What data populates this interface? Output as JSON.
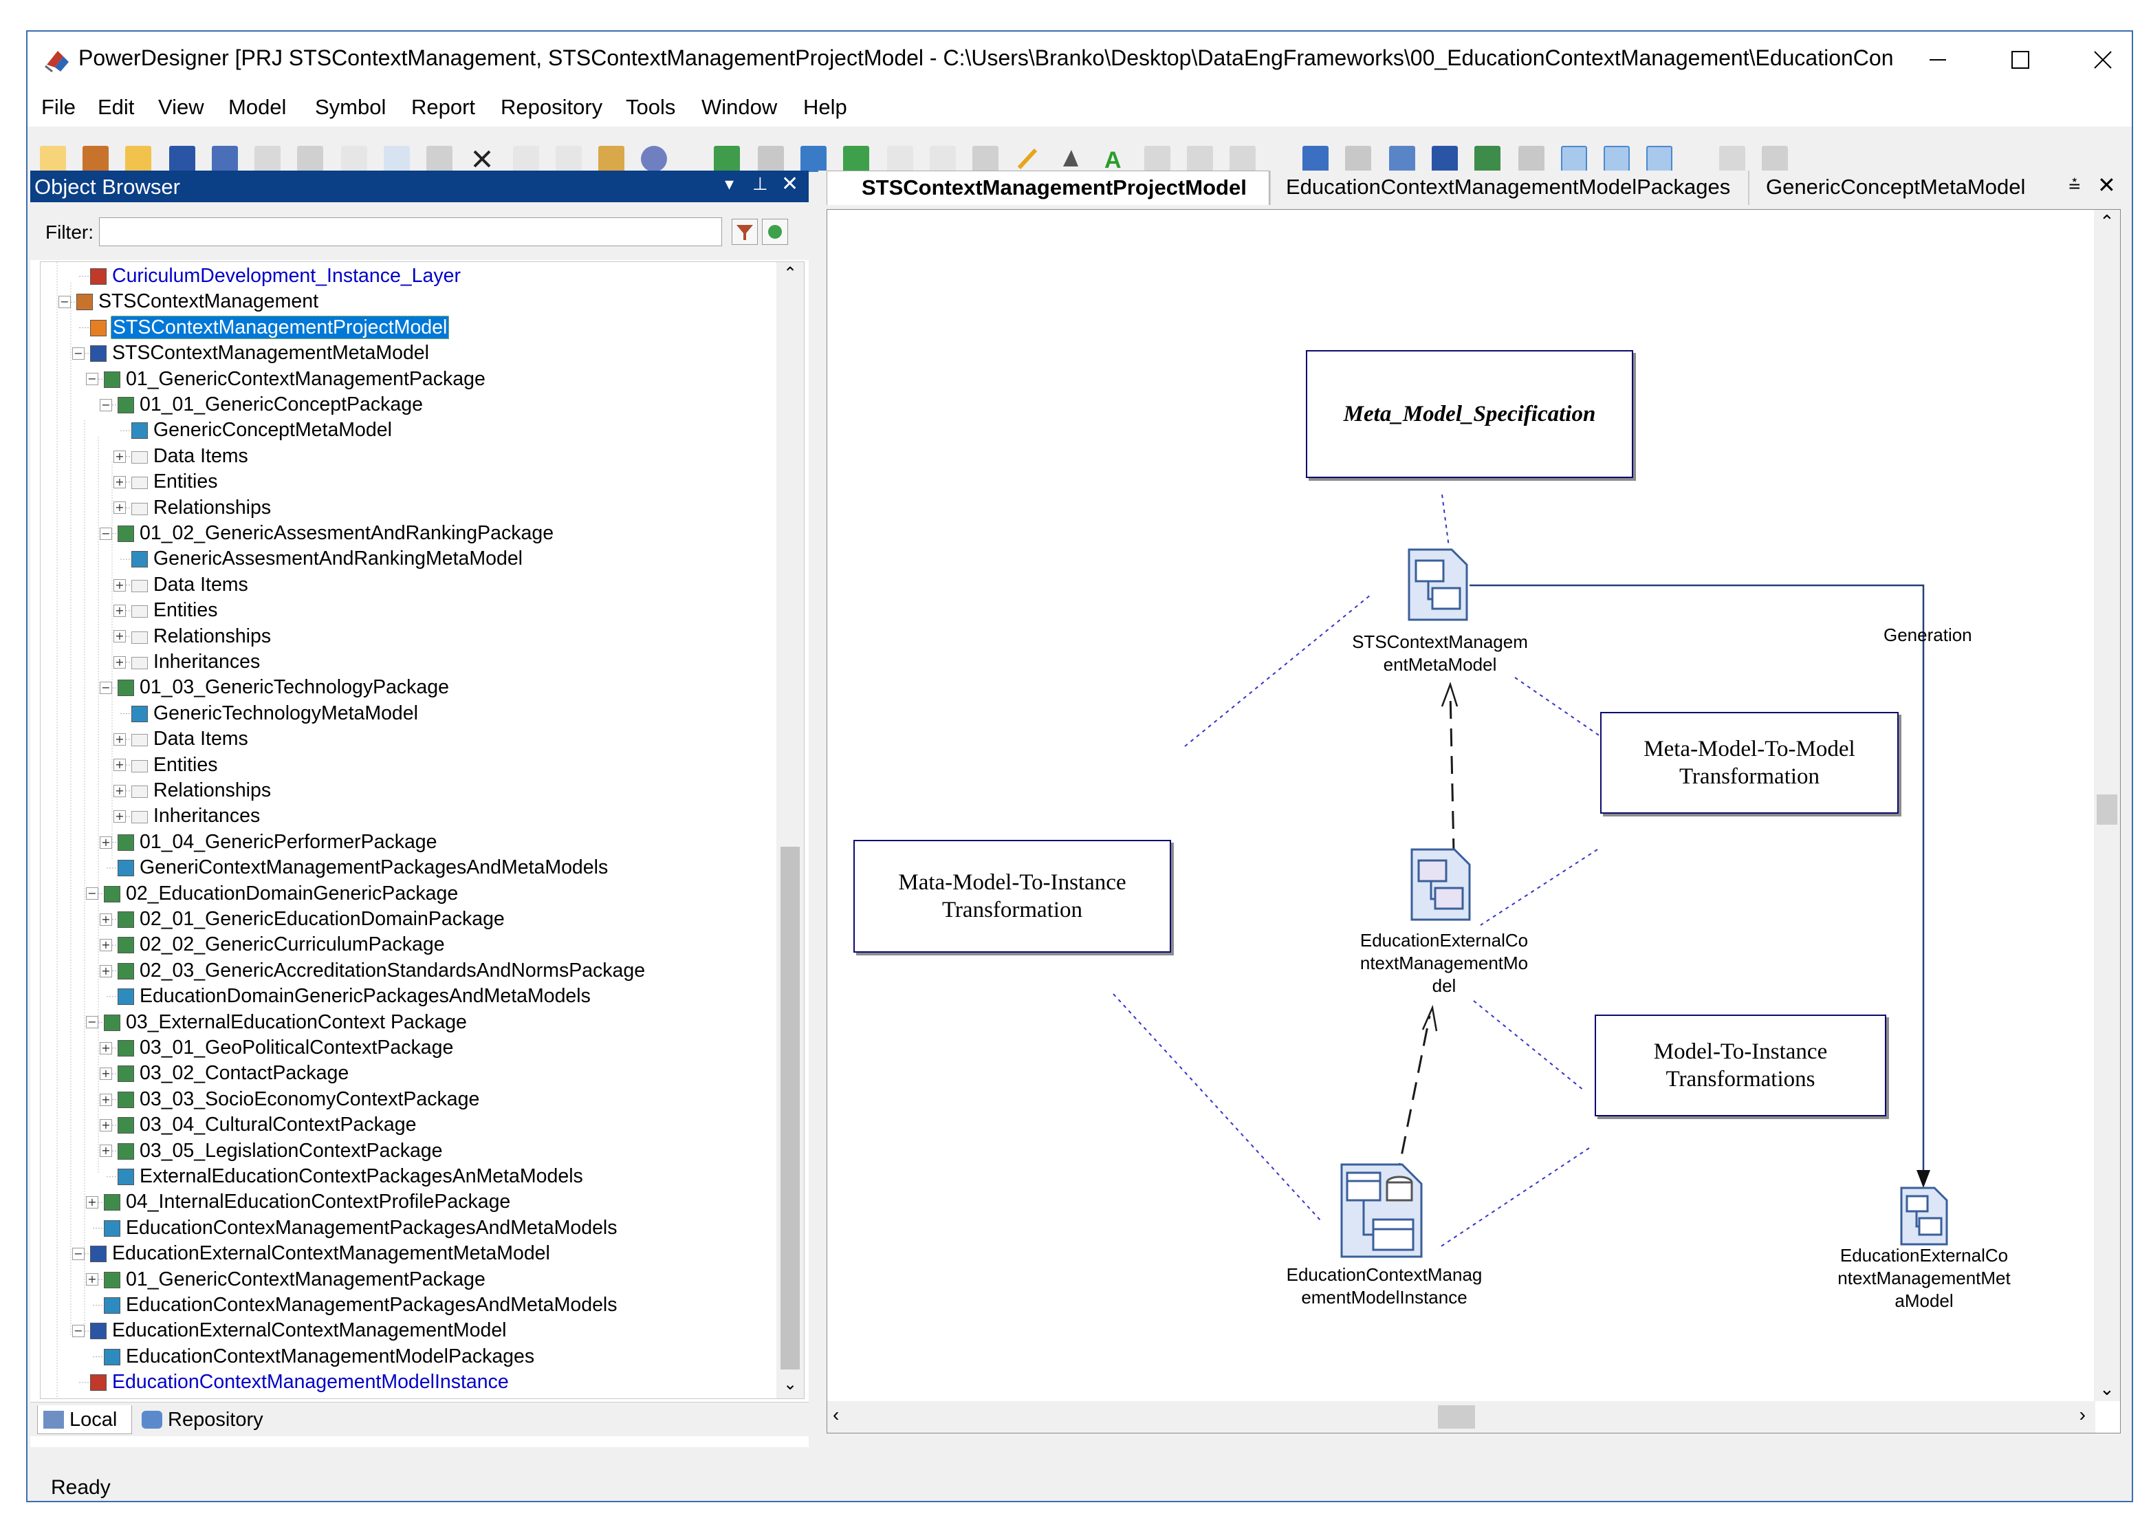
{
  "window": {
    "title": "PowerDesigner [PRJ STSContextManagement, STSContextManagementProjectModel - C:\\Users\\Branko\\Desktop\\DataEngFrameworks\\00_EducationContextManagement\\EducationContextM..."
  },
  "menu": [
    "File",
    "Edit",
    "View",
    "Model",
    "Symbol",
    "Report",
    "Repository",
    "Tools",
    "Window",
    "Help"
  ],
  "object_browser": {
    "title": "Object Browser",
    "filter_label": "Filter:",
    "filter_value": "",
    "tree": [
      {
        "label": "CuriculumDevelopment_Instance_Layer",
        "icon": "model-instance-icon",
        "link": true
      },
      {
        "label": "STSContextManagement",
        "icon": "project-icon"
      },
      {
        "label": "STSContextManagementProjectModel",
        "icon": "project-model-icon",
        "selected": true
      },
      {
        "label": "STSContextManagementMetaModel",
        "icon": "model-icon"
      },
      {
        "label": "01_GenericContextManagementPackage",
        "icon": "package-icon"
      },
      {
        "label": "01_01_GenericConceptPackage",
        "icon": "package-icon"
      },
      {
        "label": "GenericConceptMetaModel",
        "icon": "diagram-icon"
      },
      {
        "label": "Data Items",
        "icon": "folder-icon"
      },
      {
        "label": "Entities",
        "icon": "folder-icon"
      },
      {
        "label": "Relationships",
        "icon": "folder-icon"
      },
      {
        "label": "01_02_GenericAssesmentAndRankingPackage",
        "icon": "package-icon"
      },
      {
        "label": "GenericAssesmentAndRankingMetaModel",
        "icon": "diagram-icon"
      },
      {
        "label": "Data Items",
        "icon": "folder-icon"
      },
      {
        "label": "Entities",
        "icon": "folder-icon"
      },
      {
        "label": "Relationships",
        "icon": "folder-icon"
      },
      {
        "label": "Inheritances",
        "icon": "folder-icon"
      },
      {
        "label": "01_03_GenericTechnologyPackage",
        "icon": "package-icon"
      },
      {
        "label": "GenericTechnologyMetaModel",
        "icon": "diagram-icon"
      },
      {
        "label": "Data Items",
        "icon": "folder-icon"
      },
      {
        "label": "Entities",
        "icon": "folder-icon"
      },
      {
        "label": "Relationships",
        "icon": "folder-icon"
      },
      {
        "label": "Inheritances",
        "icon": "folder-icon"
      },
      {
        "label": "01_04_GenericPerformerPackage",
        "icon": "package-icon"
      },
      {
        "label": "GeneriContextManagementPackagesAndMetaModels",
        "icon": "diagram-icon"
      },
      {
        "label": "02_EducationDomainGenericPackage",
        "icon": "package-icon"
      },
      {
        "label": "02_01_GenericEducationDomainPackage",
        "icon": "package-icon"
      },
      {
        "label": "02_02_GenericCurriculumPackage",
        "icon": "package-icon"
      },
      {
        "label": "02_03_GenericAccreditationStandardsAndNormsPackage",
        "icon": "package-icon"
      },
      {
        "label": "EducationDomainGenericPackagesAndMetaModels",
        "icon": "diagram-icon"
      },
      {
        "label": "03_ExternalEducationContext Package",
        "icon": "package-icon"
      },
      {
        "label": "03_01_GeoPoliticalContextPackage",
        "icon": "package-icon"
      },
      {
        "label": "03_02_ContactPackage",
        "icon": "package-icon"
      },
      {
        "label": "03_03_SocioEconomyContextPackage",
        "icon": "package-icon"
      },
      {
        "label": "03_04_CulturalContextPackage",
        "icon": "package-icon"
      },
      {
        "label": "03_05_LegislationContextPackage",
        "icon": "package-icon"
      },
      {
        "label": "ExternalEducationContextPackagesAnMetaModels",
        "icon": "diagram-icon"
      },
      {
        "label": "04_InternalEducationContextProfilePackage",
        "icon": "package-icon"
      },
      {
        "label": "EducationContexManagementPackagesAndMetaModels",
        "icon": "diagram-icon"
      },
      {
        "label": "EducationExternalContextManagementMetaModel",
        "icon": "model-icon"
      },
      {
        "label": "01_GenericContextManagementPackage",
        "icon": "package-icon"
      },
      {
        "label": "EducationContexManagementPackagesAndMetaModels",
        "icon": "diagram-icon"
      },
      {
        "label": "EducationExternalContextManagementModel",
        "icon": "model-icon"
      },
      {
        "label": "EducationContextManagementModelPackages",
        "icon": "diagram-icon"
      },
      {
        "label": "EducationContextManagementModelInstance",
        "icon": "model-instance-icon",
        "link": true
      }
    ],
    "bottom_tabs": [
      "Local",
      "Repository"
    ]
  },
  "diagram": {
    "tabs": [
      {
        "label": "STSContextManagementProjectModel",
        "active": true
      },
      {
        "label": "EducationContextManagementModelPackages"
      },
      {
        "label": "GenericConceptMetaModel"
      }
    ],
    "notes": {
      "spec": "Meta_Model_Specification",
      "meta_to_model": [
        "Meta-Model-To-Model",
        "Transformation"
      ],
      "meta_to_instance": [
        "Mata-Model-To-Instance",
        "Transformation"
      ],
      "model_to_instance": [
        "Model-To-Instance",
        "Transformations"
      ]
    },
    "nodes": {
      "sts_meta": [
        "STSContextManagem",
        "entMetaModel"
      ],
      "edu_model": [
        "EducationExternalCo",
        "ntextManagementMo",
        "del"
      ],
      "edu_instance": [
        "EducationContextManag",
        "ementModelInstance"
      ],
      "edu_meta": [
        "EducationExternalCo",
        "ntextManagementMet",
        "aModel"
      ]
    },
    "link_label": "Generation"
  },
  "status": "Ready",
  "colors": {
    "accent": "#0b3f86",
    "selection": "#0078d7",
    "link_text": "#0000c8",
    "note_border": "#0a0a6e",
    "dotted_link": "#3434c8"
  }
}
